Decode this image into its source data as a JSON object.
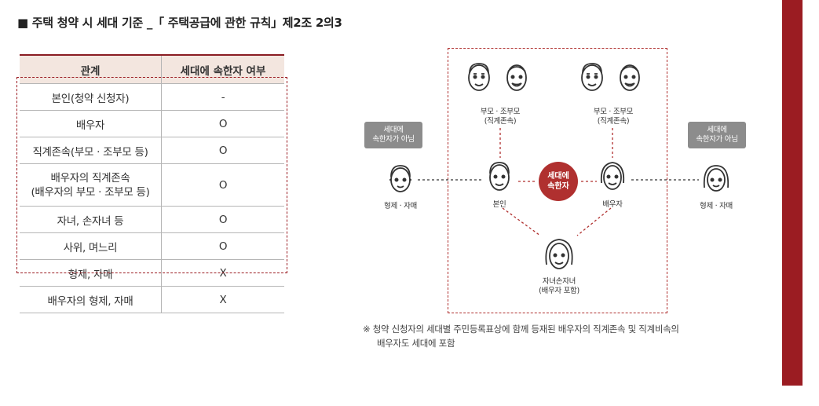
{
  "page": {
    "title": "■ 주택 청약 시 세대 기준 _「 주택공급에 관한 규칙」제2조 2의3",
    "accent_color": "#9b1c22"
  },
  "table": {
    "headers": [
      "관계",
      "세대에 속한자 여부"
    ],
    "rows": [
      {
        "relation": "본인(청약 신청자)",
        "member": "-"
      },
      {
        "relation": "배우자",
        "member": "O"
      },
      {
        "relation": "직계존속(부모 · 조부모 등)",
        "member": "O"
      },
      {
        "relation": "배우자의 직계존속\n(배우자의 부모 · 조부모 등)",
        "member": "O"
      },
      {
        "relation": "자녀, 손자녀 등",
        "member": "O"
      },
      {
        "relation": "사위, 며느리",
        "member": "O"
      },
      {
        "relation": "형제, 자매",
        "member": "X"
      },
      {
        "relation": "배우자의 형제, 자매",
        "member": "X"
      }
    ]
  },
  "diagram": {
    "parents_left_label": "부모 · 조부모\n(직계존속)",
    "parents_right_label": "부모 · 조부모\n(직계존속)",
    "self_label": "본인",
    "spouse_label": "배우자",
    "children_label": "자녀손자녀\n(배우자 포함)",
    "sibling_left_label": "형제 · 자매",
    "sibling_right_label": "형제 · 자매",
    "non_member_left_tag": "세대에\n속한자가 아님",
    "non_member_right_tag": "세대에\n속한자가 아님",
    "member_badge": "세대에\n속한자"
  },
  "footnote": {
    "line1": "※ 청약 신청자의 세대별 주민등록표상에 함께 등재된 배우자의 직계존속 및 직계비속의",
    "line2": "배우자도 세대에 포함"
  }
}
